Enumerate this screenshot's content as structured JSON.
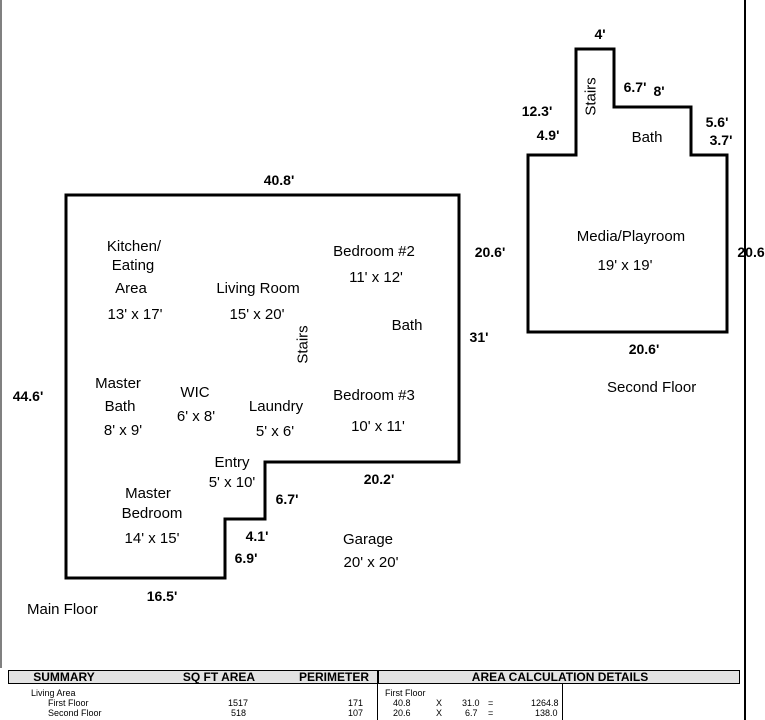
{
  "main_floor": {
    "name": "Main Floor",
    "rooms": [
      {
        "id": "kitchen",
        "lines": [
          "Kitchen/",
          "Eating",
          "Area"
        ],
        "size": "13' x 17'"
      },
      {
        "id": "living",
        "lines": [
          "Living Room"
        ],
        "size": "15' x 20'"
      },
      {
        "id": "bedroom2",
        "lines": [
          "Bedroom #2"
        ],
        "size": "11' x 12'"
      },
      {
        "id": "bath",
        "lines": [
          "Bath"
        ],
        "size": ""
      },
      {
        "id": "master-bath",
        "lines": [
          "Master",
          "Bath"
        ],
        "size": "8' x 9'"
      },
      {
        "id": "wic",
        "lines": [
          "WIC"
        ],
        "size": "6' x 8'"
      },
      {
        "id": "laundry",
        "lines": [
          "Laundry"
        ],
        "size": "5' x 6'"
      },
      {
        "id": "bedroom3",
        "lines": [
          "Bedroom #3"
        ],
        "size": "10' x 11'"
      },
      {
        "id": "entry",
        "lines": [
          "Entry"
        ],
        "size": "5' x 10'"
      },
      {
        "id": "master-bedroom",
        "lines": [
          "Master",
          "Bedroom"
        ],
        "size": "14' x 15'"
      },
      {
        "id": "garage",
        "lines": [
          "Garage"
        ],
        "size": "20' x 20'"
      }
    ],
    "stairs": "Stairs",
    "dimensions": [
      "40.8'",
      "20.6'",
      "31'",
      "44.6'",
      "20.2'",
      "6.7'",
      "4.1'",
      "6.9'",
      "16.5'"
    ]
  },
  "second_floor": {
    "name": "Second Floor",
    "rooms": [
      {
        "id": "media",
        "lines": [
          "Media/Playroom"
        ],
        "size": "19' x 19'"
      },
      {
        "id": "bath2",
        "lines": [
          "Bath"
        ],
        "size": ""
      }
    ],
    "stairs": "Stairs",
    "dimensions": [
      "4'",
      "12.3'",
      "4.9'",
      "6.7'",
      "8'",
      "5.6'",
      "3.7'",
      "20.6",
      "20.6'"
    ]
  },
  "summary": {
    "headers": [
      "SUMMARY",
      "SQ FT AREA",
      "PERIMETER",
      "AREA CALCULATION DETAILS"
    ],
    "group": "Living Area",
    "rows": [
      {
        "name": "First Floor",
        "area": "1517",
        "perimeter": "171"
      },
      {
        "name": "Second Floor",
        "area": "518",
        "perimeter": "107"
      }
    ],
    "details_title": "First Floor",
    "details": [
      {
        "a": "40.8",
        "op": "X",
        "b": "31.0",
        "eq": "=",
        "r": "1264.8"
      },
      {
        "a": "20.6",
        "op": "X",
        "b": "6.7",
        "eq": "=",
        "r": "138.0"
      }
    ]
  }
}
